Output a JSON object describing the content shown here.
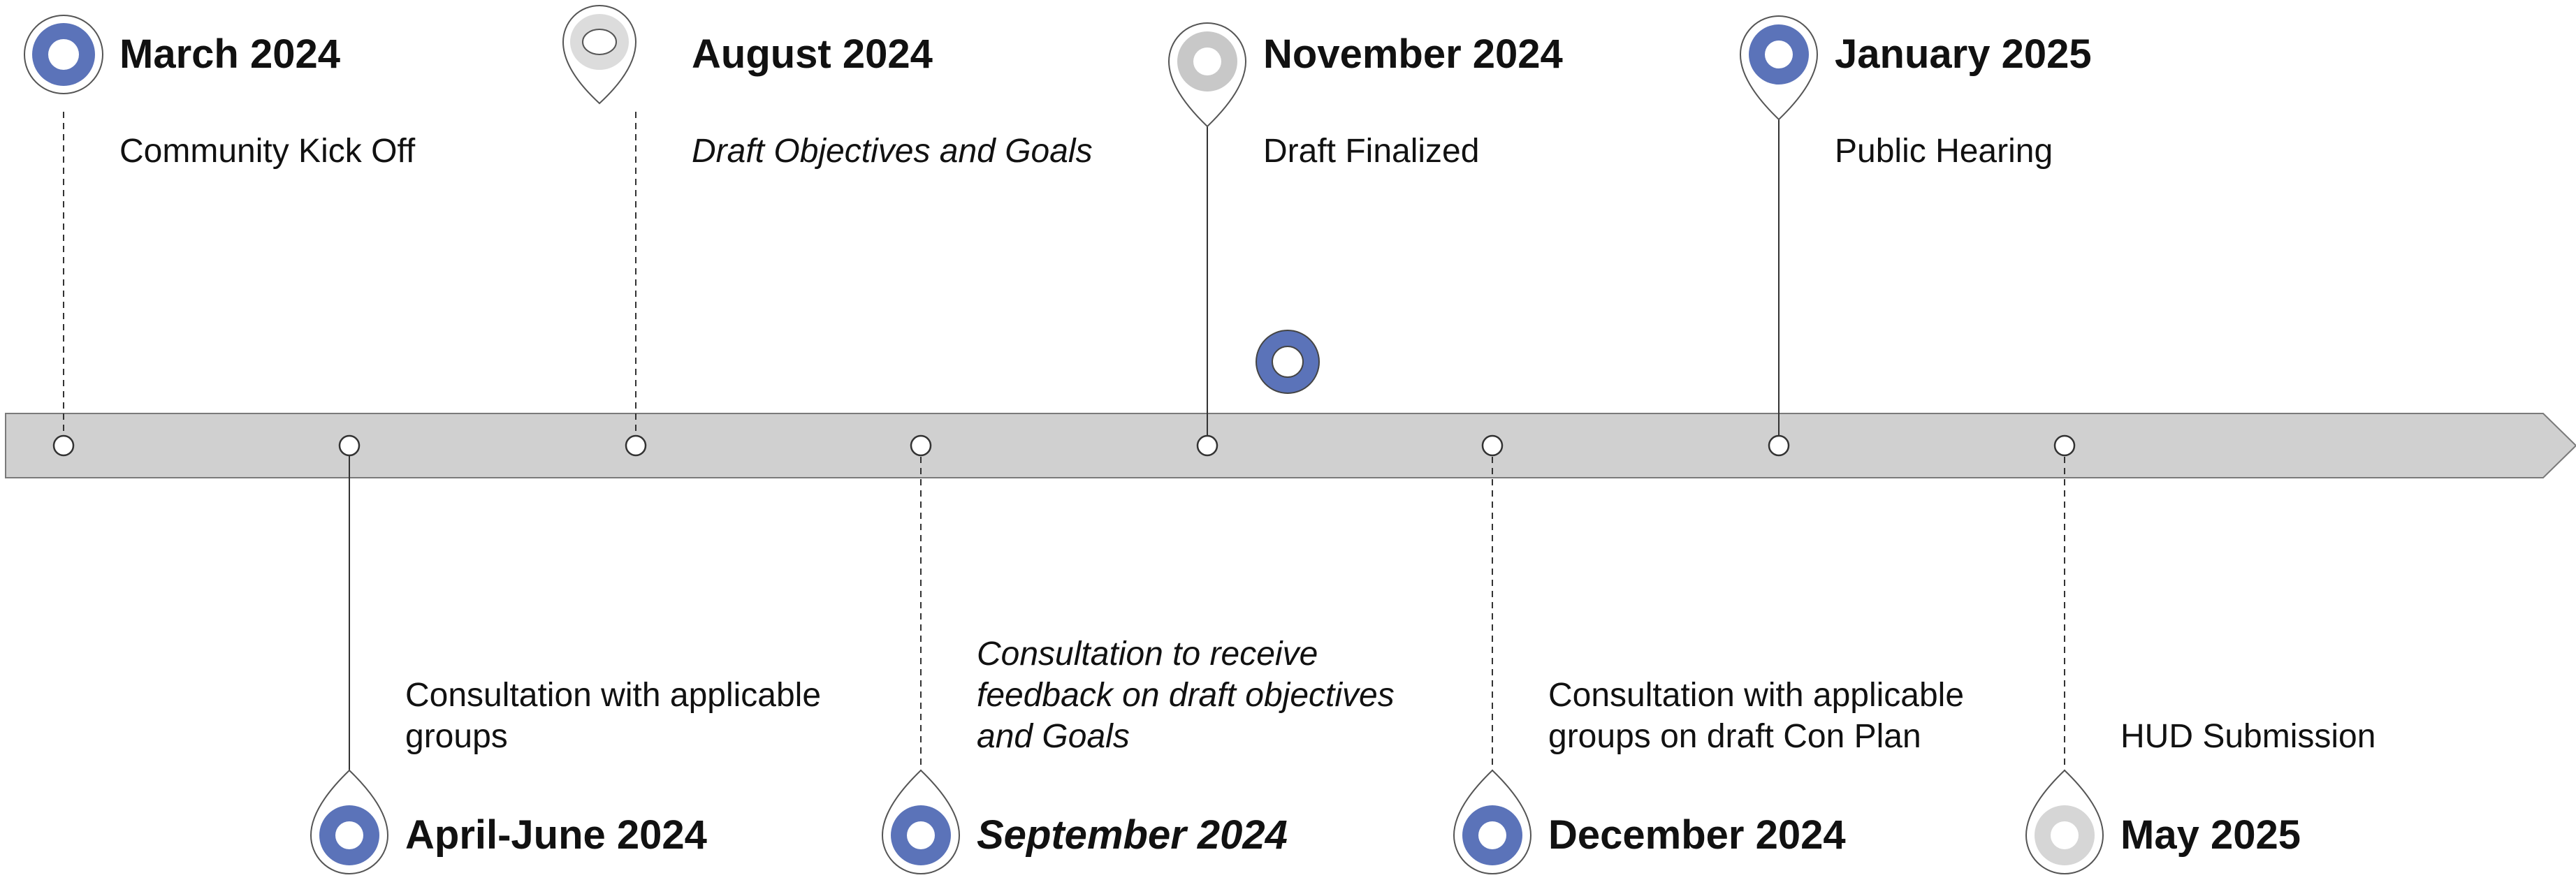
{
  "colors": {
    "bar_fill": "#d0d0d0",
    "bar_stroke": "#7a7a7a",
    "accent_blue": "#5b73b9",
    "gray_marker": "#c8c8c8",
    "outline": "#555555"
  },
  "timeline": {
    "milestones": [
      {
        "title": "March 2024",
        "desc": [
          "Community Kick Off"
        ],
        "position": "top",
        "marker": "circle-blue",
        "line": "dashed",
        "italic": false,
        "icon": "blue-ring-icon"
      },
      {
        "title": "April-June 2024",
        "desc": [
          "Consultation with applicable",
          "groups"
        ],
        "position": "bottom",
        "marker": "pin-blue",
        "line": "solid",
        "italic": false,
        "icon": "blue-pin-icon"
      },
      {
        "title": "August 2024",
        "desc": [
          "Draft Objectives and Goals"
        ],
        "position": "top",
        "marker": "pin-gray-light",
        "line": "dashed",
        "italic": true,
        "title_italic": false,
        "icon": "gray-pin-icon"
      },
      {
        "title": "September 2024",
        "desc": [
          "Consultation to receive",
          "feedback on draft objectives",
          "and Goals"
        ],
        "position": "bottom",
        "marker": "pin-blue",
        "line": "dashed",
        "italic": true,
        "title_italic": true,
        "icon": "blue-pin-icon"
      },
      {
        "title": "November 2024",
        "desc": [
          "Draft Finalized"
        ],
        "position": "top",
        "marker": "pin-gray",
        "line": "solid",
        "italic": false,
        "icon": "gray-pin-icon"
      },
      {
        "title": "December 2024",
        "desc": [
          "Consultation with applicable",
          "groups on draft Con Plan"
        ],
        "position": "bottom",
        "marker": "pin-blue",
        "line": "dashed",
        "italic": false,
        "icon": "blue-pin-icon"
      },
      {
        "title": "January 2025",
        "desc": [
          "Public Hearing"
        ],
        "position": "top",
        "marker": "pin-blue",
        "line": "solid",
        "italic": false,
        "icon": "blue-pin-icon"
      },
      {
        "title": "May 2025",
        "desc": [
          "HUD Submission"
        ],
        "position": "bottom",
        "marker": "pin-gray-ring",
        "line": "dashed",
        "italic": false,
        "icon": "gray-ring-pin-icon"
      }
    ],
    "floating_marker": {
      "icon": "blue-ring-icon"
    }
  }
}
